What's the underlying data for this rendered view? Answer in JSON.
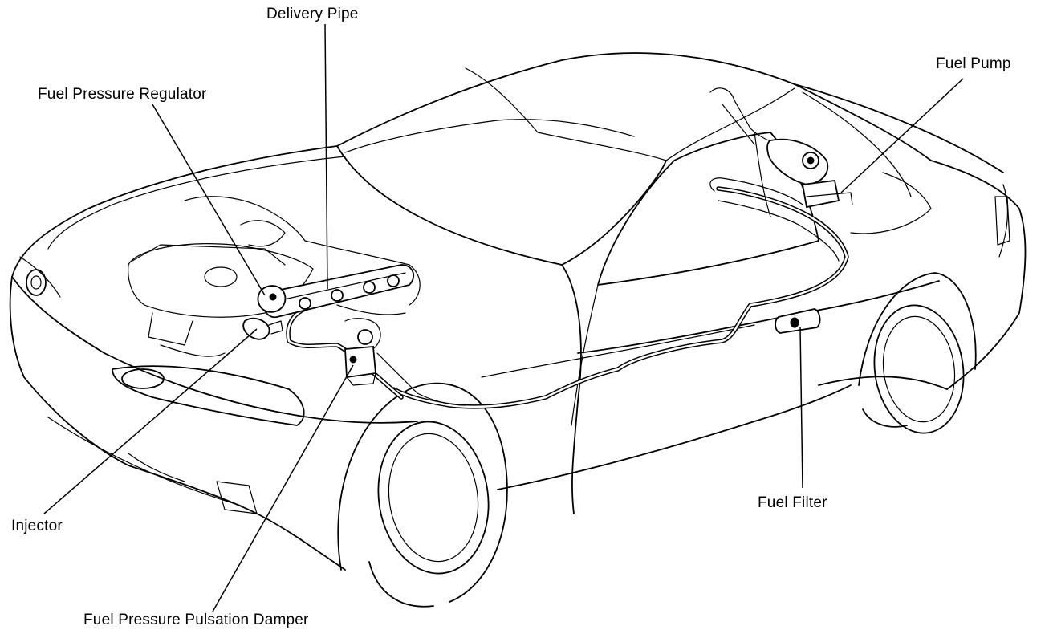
{
  "labels": {
    "delivery_pipe": "Delivery Pipe",
    "fuel_pressure_regulator": "Fuel Pressure Regulator",
    "fuel_pump": "Fuel Pump",
    "injector": "Injector",
    "fuel_pressure_pulsation_damper": "Fuel Pressure Pulsation Damper",
    "fuel_filter": "Fuel Filter"
  }
}
